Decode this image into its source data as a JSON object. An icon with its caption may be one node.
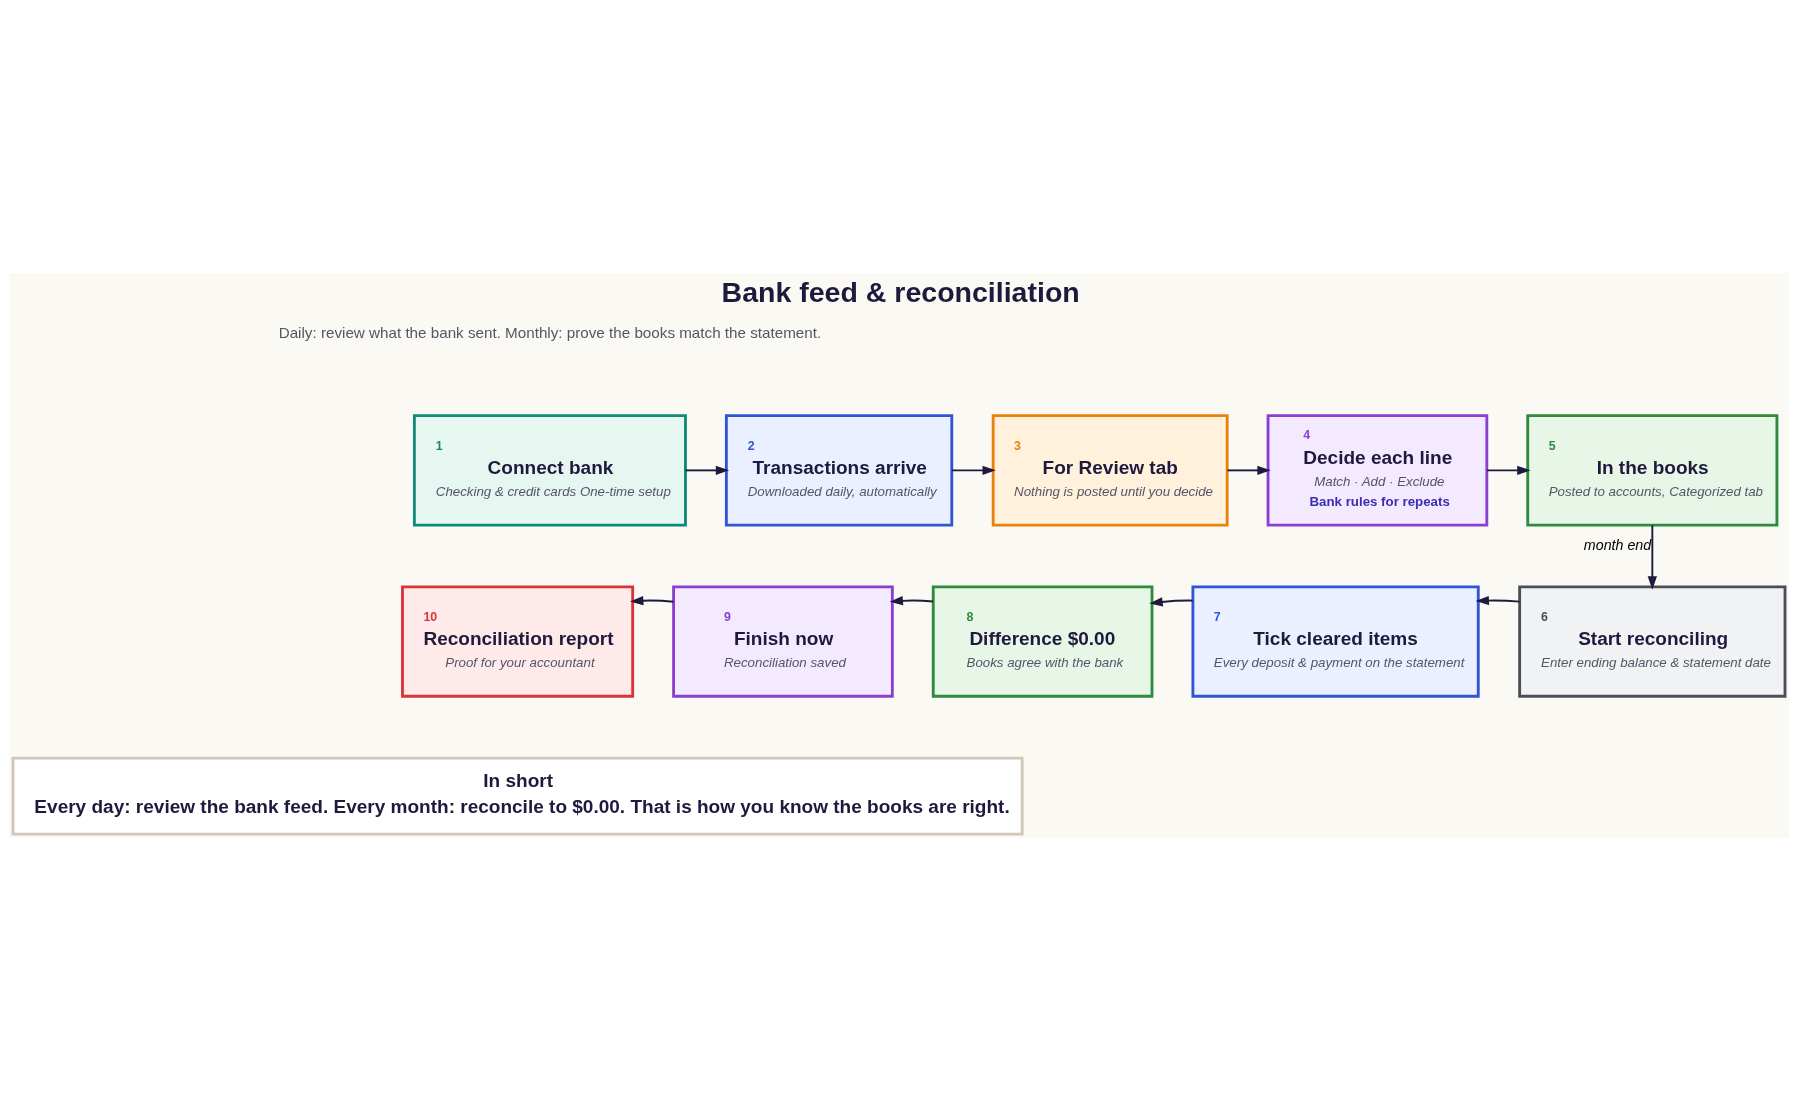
{
  "diagram": {
    "title": "Bank feed & reconciliation",
    "nodes": [
      {
        "text": [
          "1",
          "Connect bank",
          "Checking & credit cards One-time setup"
        ]
      },
      {
        "text": [
          "2",
          "Transactions arrive",
          "Downloaded daily, automatically"
        ]
      },
      {
        "text": [
          "3",
          "For Review tab",
          "Nothing is posted until you decide"
        ]
      },
      {
        "text": [
          "4",
          "Decide each line",
          "Match · Add · Exclude",
          "Bank rules for repeats"
        ]
      },
      {
        "text": [
          "5",
          "In the books",
          "Posted to accounts, Categorized tab"
        ]
      },
      {
        "text": [
          "6",
          "Start reconciling",
          "Enter ending balance & statement date"
        ]
      },
      {
        "text": [
          "7",
          "Tick cleared items",
          "Every deposit & payment on the statement"
        ]
      },
      {
        "text": [
          "8",
          "Difference $0.00",
          "Books agree with the bank"
        ]
      },
      {
        "text": [
          "9",
          "Finish now",
          "Reconciliation saved"
        ]
      },
      {
        "text": [
          "10",
          "Reconciliation report",
          "Proof for your accountant"
        ]
      },
      {
        "text": [
          "In short",
          "Every day: review the bank feed. Every month: reconcile to $0.00. That is how you know the books are right."
        ]
      }
    ],
    "edges": [
      {
        "from": 0,
        "to": 1,
        "arrow": "to"
      },
      {
        "from": 1,
        "to": 2,
        "arrow": "to"
      },
      {
        "from": 2,
        "to": 3,
        "arrow": "to"
      },
      {
        "from": 3,
        "to": 4,
        "arrow": "to"
      },
      {
        "from": 4,
        "to": 5,
        "arrow": "to",
        "label": "month end"
      },
      {
        "from": 5,
        "to": 6,
        "arrow": "to"
      },
      {
        "from": 6,
        "to": 7,
        "arrow": "to"
      },
      {
        "from": 7,
        "to": 8,
        "arrow": "to"
      },
      {
        "from": 8,
        "to": 9,
        "arrow": "to"
      }
    ],
    "labels": [
      "Daily: review what the bank sent. Monthly: prove the books match the statement."
    ]
  }
}
